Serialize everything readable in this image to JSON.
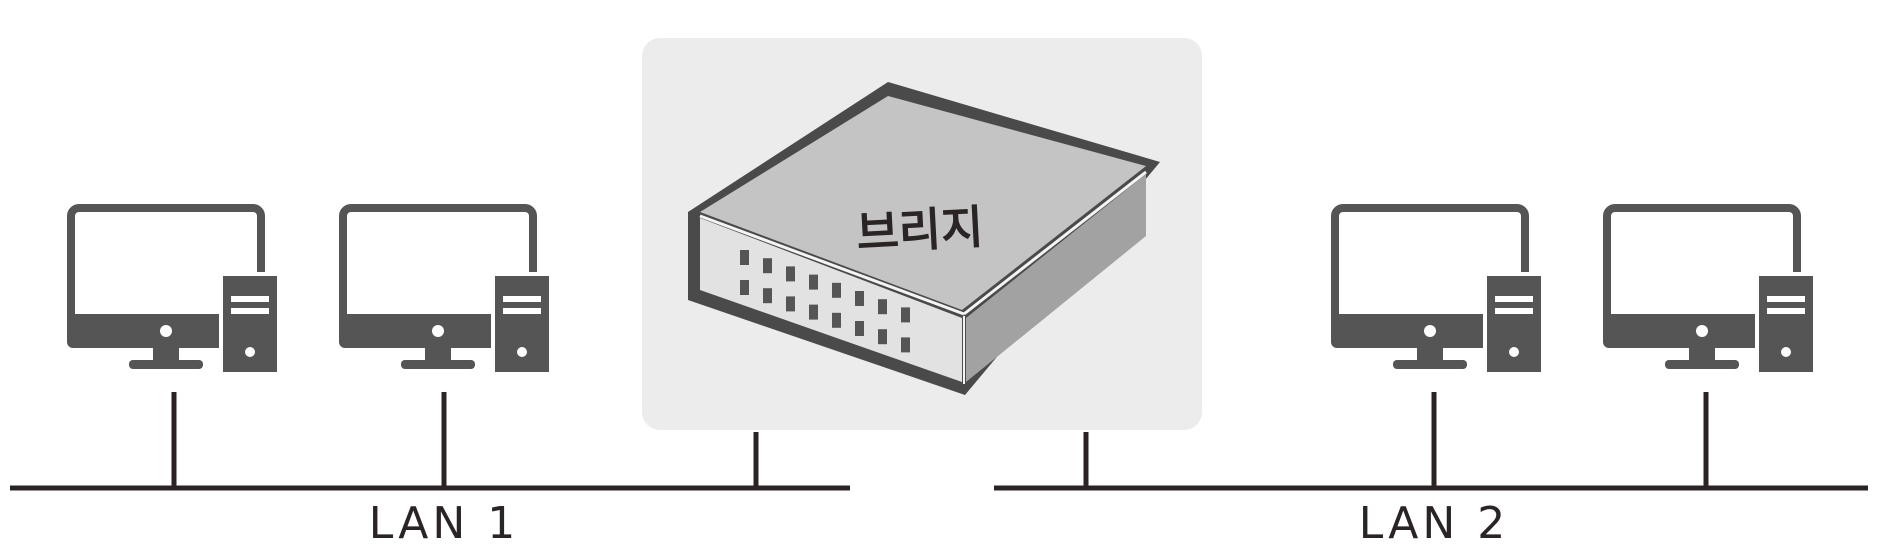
{
  "bridge": {
    "label": "브리지"
  },
  "networks": [
    {
      "label": "LAN 1"
    },
    {
      "label": "LAN 2"
    }
  ],
  "colors": {
    "line": "#2b2323",
    "device_dark": "#555555",
    "panel_bg": "#ececec",
    "bridge_top": "#c4c4c4",
    "bridge_front": "#e2e2e2",
    "bridge_side": "#a2a2a2"
  },
  "icons": [
    "computer-icon",
    "network-bridge-icon"
  ]
}
